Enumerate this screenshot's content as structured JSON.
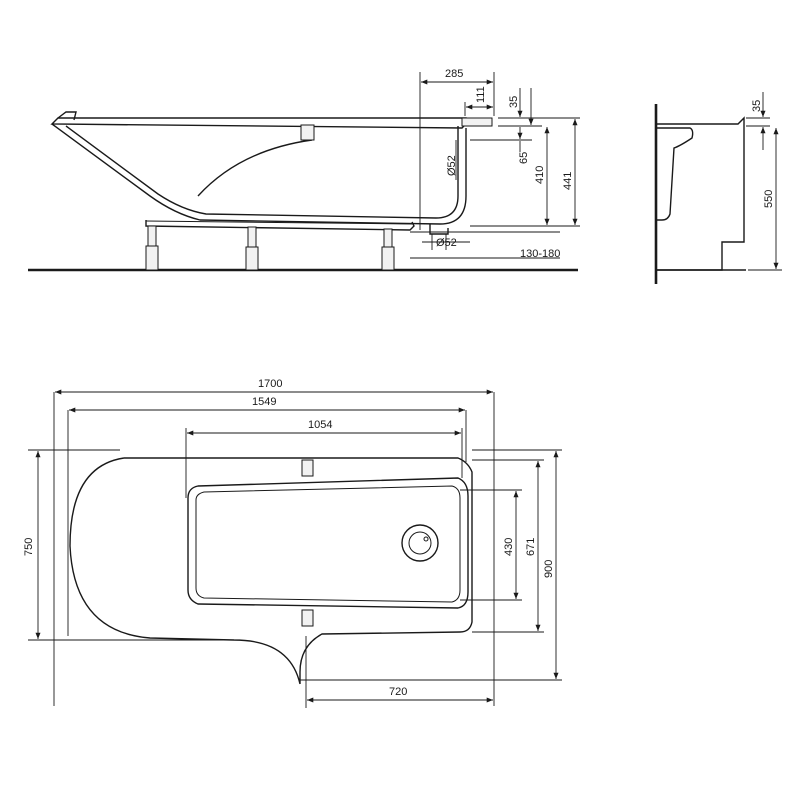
{
  "dimensions": {
    "d285": "285",
    "d111": "111",
    "d35_top": "35",
    "d65": "65",
    "d410": "410",
    "d441": "441",
    "d_overflow": "Ø52",
    "d_drain": "Ø52",
    "d_legs": "130-180",
    "d35_side": "35",
    "d550": "550",
    "d1700": "1700",
    "d1549": "1549",
    "d1054": "1054",
    "d750": "750",
    "d430": "430",
    "d671": "671",
    "d900": "900",
    "d720": "720"
  }
}
